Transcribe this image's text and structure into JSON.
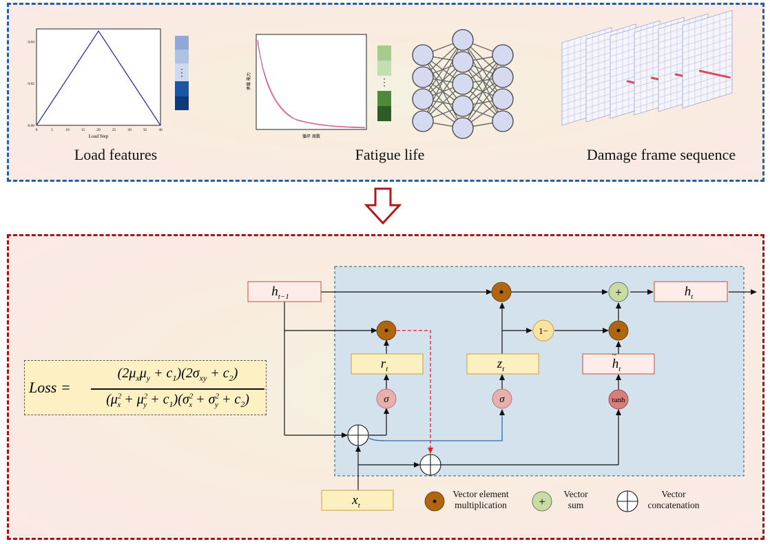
{
  "top": {
    "captions": {
      "load": "Load features",
      "fatigue": "Fatigue life",
      "damage": "Damage frame sequence"
    },
    "load_plot": {
      "xlabel": "Load Step",
      "xticks": [
        "0",
        "5",
        "10",
        "15",
        "20",
        "25",
        "30",
        "35",
        "40"
      ],
      "yticks": [
        "0.00",
        "0.02",
        "0.04"
      ],
      "series": {
        "x": [
          0,
          20,
          40
        ],
        "y": [
          0.0,
          0.045,
          0.0
        ]
      },
      "xlim": [
        0,
        40
      ],
      "ylim": [
        0,
        0.046
      ],
      "line_color": "#2b2f9e"
    },
    "fatigue_plot": {
      "xlabel": "循环 周数",
      "ylabel": "承载 能力",
      "line_color": "#d0508a"
    },
    "blue_swatches": [
      "#8ea8d8",
      "#aec2e4",
      "#cdd9ee",
      "#1a56a2",
      "#0d3a78"
    ],
    "green_swatches": [
      "#a4cc8e",
      "#c4deb4",
      "#4e8a3a",
      "#2e5c24"
    ],
    "vdots": "⋮"
  },
  "gru": {
    "labels": {
      "h_prev": "h",
      "h_prev_sub": "t−1",
      "h_t": "h",
      "h_t_sub": "t",
      "r_t": "r",
      "r_t_sub": "t",
      "z_t": "z",
      "z_t_sub": "t",
      "h_tilde": "h",
      "h_tilde_sub": "t",
      "x_t": "x",
      "x_t_sub": "t",
      "sigma": "σ",
      "tanh": "tanh",
      "one_minus": "1−",
      "plus": "+"
    },
    "loss_label": "Loss =",
    "loss_numerator": "(2μxμy + c1)(2σxy + c2)",
    "loss_denominator": "(μx² + μy² + c1)(σx² + σy² + c2)",
    "legend": {
      "mult_line1": "Vector element",
      "mult_line2": "multiplication",
      "sum_line1": "Vector",
      "sum_line2": "sum",
      "concat_line1": "Vector",
      "concat_line2": "concatenation"
    },
    "colors": {
      "mult": "#b0650f",
      "sum": "#c8dca4",
      "sigma": "#e8b0ac",
      "tanh": "#d87e7a",
      "one_minus": "#fbe3a0",
      "gate_box": "#fcefc0",
      "state_box": "#fdece8",
      "cell_bg": "#d3e2ec",
      "blue_line": "#2b6cb8",
      "red_dash": "#e02020"
    }
  }
}
